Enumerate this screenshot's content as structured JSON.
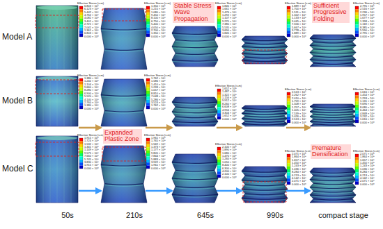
{
  "diagram": {
    "labels": [
      "Model A",
      "Model B",
      "Model C",
      "Effective Stress (v-m)",
      "6.803 × 10⁸",
      "6.123 × 10⁸",
      "5.442 × 10⁸",
      "4.762 × 10⁸",
      "4.082 × 10⁸",
      "3.401 × 10⁸",
      "2.721 × 10⁸",
      "2.041 × 10⁸",
      "1.361 × 10⁸",
      "6.803 × 10⁷",
      "0.000 × 10⁰",
      "Effective Stress (v-m)",
      "1.350 × 10⁹",
      "1.215 × 10⁹",
      "1.080 × 10⁹",
      "9.450 × 10⁸",
      "8.100 × 10⁸",
      "6.750 × 10⁸",
      "5.400 × 10⁸",
      "4.050 × 10⁸",
      "2.700 × 10⁸",
      "1.350 × 10⁸",
      "0.000 × 10⁰",
      "Effective Stress (v-m)",
      "1.845 × 10⁹",
      "1.661 × 10⁹",
      "1.476 × 10⁹",
      "1.292 × 10⁹",
      "1.107 × 10⁹",
      "9.225 × 10⁸",
      "7.380 × 10⁸",
      "5.535 × 10⁸",
      "3.690 × 10⁸",
      "1.845 × 10⁸",
      "0.000 × 10⁰",
      "Effective Stress (v-m)",
      "1.889 × 10⁹",
      "1.700 × 10⁹",
      "1.511 × 10⁹",
      "1.322 × 10⁹",
      "1.133 × 10⁹",
      "9.445 × 10⁸",
      "7.556 × 10⁸",
      "5.667 × 10⁸",
      "3.778 × 10⁸",
      "1.889 × 10⁸",
      "0.000 × 10⁰",
      "Effective Stress (v-m)",
      "2.795 × 10⁹",
      "2.516 × 10⁹",
      "2.236 × 10⁹",
      "1.957 × 10⁹",
      "1.677 × 10⁹",
      "1.398 × 10⁹",
      "1.118 × 10⁹",
      "8.385 × 10⁸",
      "5.590 × 10⁸",
      "2.795 × 10⁸",
      "0.000 × 10⁰",
      "Effective Stress (v-m)",
      "1.380 × 10⁹",
      "1.242 × 10⁹",
      "1.104 × 10⁹",
      "9.660 × 10⁸",
      "8.280 × 10⁸",
      "6.900 × 10⁸",
      "5.520 × 10⁸",
      "4.140 × 10⁸",
      "2.760 × 10⁸",
      "1.380 × 10⁸",
      "0.000 × 10⁰",
      "Effective Stress (v-m)",
      "1.762 × 10⁹",
      "1.586 × 10⁹",
      "1.410 × 10⁹",
      "1.233 × 10⁹",
      "1.057 × 10⁹",
      "8.810 × 10⁸",
      "7.048 × 10⁸",
      "5.286 × 10⁸",
      "3.524 × 10⁸",
      "1.762 × 10⁸",
      "0.000 × 10⁰",
      "Effective Stress (v-m)",
      "1.652 × 10⁹",
      "1.487 × 10⁹",
      "1.322 × 10⁹",
      "1.156 × 10⁹",
      "9.912 × 10⁸",
      "8.260 × 10⁸",
      "6.608 × 10⁸",
      "4.956 × 10⁸",
      "3.304 × 10⁸",
      "1.652 × 10⁸",
      "0.000 × 10⁰",
      "Effective Stress (v-m)",
      "2.513 × 10⁹",
      "2.262 × 10⁹",
      "2.010 × 10⁹",
      "1.759 × 10⁹",
      "1.508 × 10⁹",
      "1.257 × 10⁹",
      "1.005 × 10⁹",
      "7.539 × 10⁸",
      "5.026 × 10⁸",
      "2.513 × 10⁸",
      "0.000 × 10⁰",
      "Effective Stress (v-m)",
      "1.616 × 10⁹",
      "1.454 × 10⁹",
      "1.293 × 10⁹",
      "1.131 × 10⁹",
      "9.696 × 10⁸",
      "8.080 × 10⁸",
      "6.464 × 10⁸",
      "4.848 × 10⁸",
      "3.232 × 10⁸",
      "1.616 × 10⁸",
      "0.000 × 10⁰",
      "Effective Stress (v-m)",
      "1.915 × 10⁹",
      "1.724 × 10⁹",
      "1.532 × 10⁹",
      "1.341 × 10⁹",
      "1.149 × 10⁹",
      "9.575 × 10⁸",
      "7.660 × 10⁸",
      "5.745 × 10⁸",
      "3.830 × 10⁸",
      "1.915 × 10⁸",
      "0.000 × 10⁰",
      "Effective Stress (v-m)",
      "1.961 × 10⁹",
      "1.765 × 10⁹",
      "1.569 × 10⁹",
      "1.373 × 10⁹",
      "1.177 × 10⁹",
      "9.805 × 10⁸",
      "7.844 × 10⁸",
      "5.883 × 10⁸",
      "3.922 × 10⁸",
      "1.961 × 10⁸",
      "0.000 × 10⁰",
      "Effective Stress (v-m)",
      "2.100 × 10⁹",
      "1.890 × 10⁹",
      "1.680 × 10⁹",
      "1.470 × 10⁹",
      "1.260 × 10⁹",
      "1.050 × 10⁹",
      "8.400 × 10⁸",
      "6.300 × 10⁸",
      "4.200 × 10⁸",
      "2.100 × 10⁸",
      "0.000 × 10⁰",
      "Effective Stress (v-m)",
      "2.071 × 10⁹",
      "1.864 × 10⁹",
      "1.657 × 10⁹",
      "1.450 × 10⁹",
      "1.243 × 10⁹",
      "1.036 × 10⁹",
      "8.284 × 10⁸",
      "6.213 × 10⁸",
      "4.142 × 10⁸",
      "2.071 × 10⁸",
      "0.000 × 10⁰",
      "Effective Stress (v-m)",
      "2.071 × 10⁹",
      "1.864 × 10⁹",
      "1.657 × 10⁹",
      "1.450 × 10⁹",
      "1.243 × 10⁹",
      "1.036 × 10⁹",
      "8.284 × 10⁸",
      "6.213 × 10⁸",
      "4.142 × 10⁸",
      "2.071 × 10⁸",
      "0.000 × 10⁰",
      "Stable Stress Wave Propagation",
      "Sufficient Progressive Folding",
      "Expanded Plastic Zone",
      "Premature Densification",
      "50s",
      "210s",
      "645s",
      "990s",
      "compact stage"
    ]
  }
}
